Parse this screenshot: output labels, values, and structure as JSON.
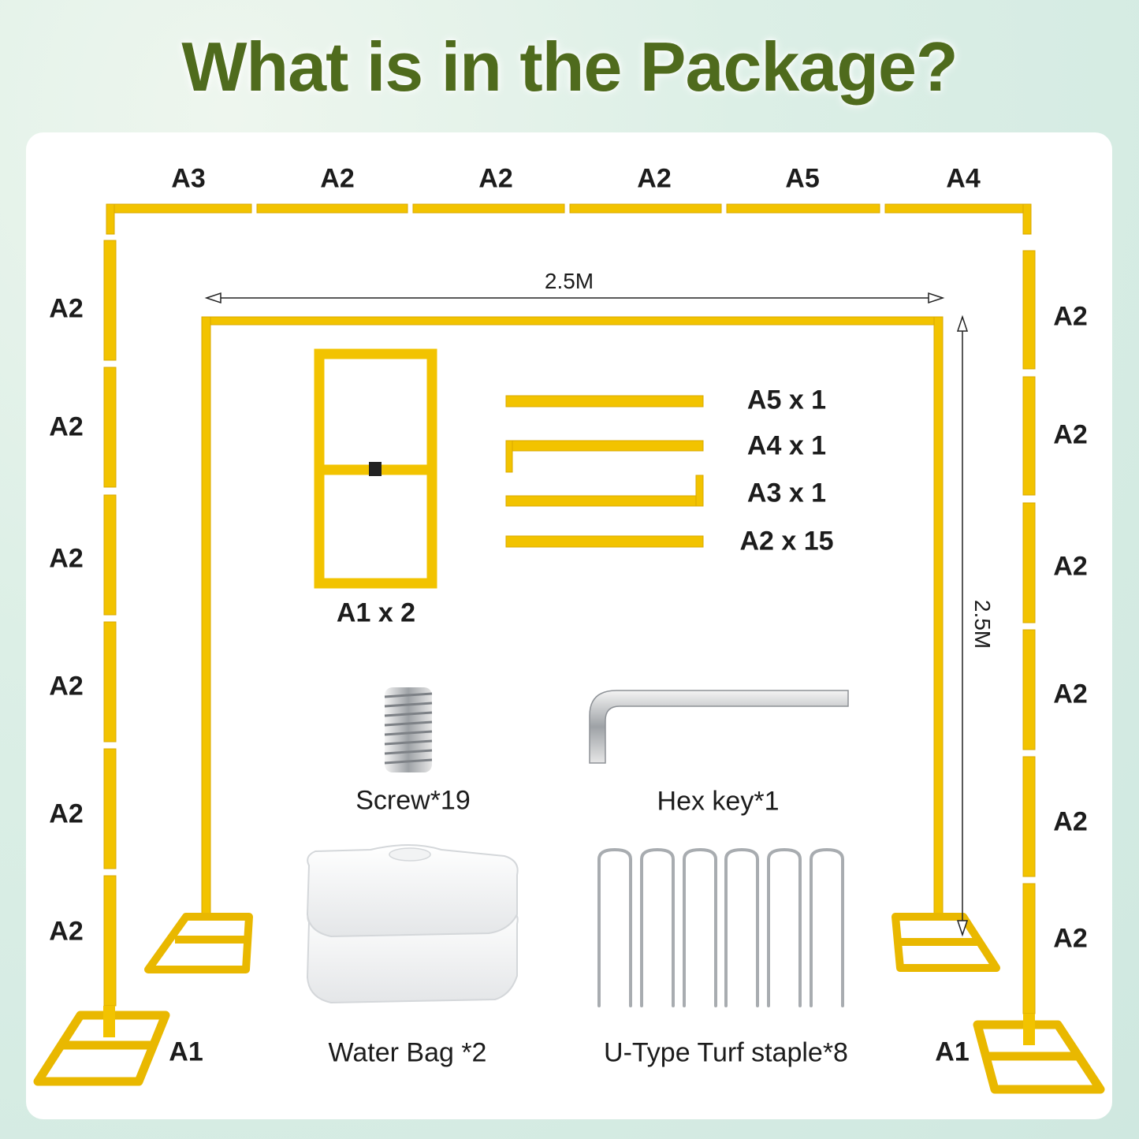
{
  "title": "What is in the Package?",
  "colors": {
    "frame": "#f2c300",
    "frame_edge": "#d9a800",
    "title": "#4f6b1d",
    "metal": "#b9bcc0"
  },
  "top_labels": [
    "A3",
    "A2",
    "A2",
    "A2",
    "A5",
    "A4"
  ],
  "left_labels": [
    "A2",
    "A2",
    "A2",
    "A2",
    "A2",
    "A2"
  ],
  "right_labels": [
    "A2",
    "A2",
    "A2",
    "A2",
    "A2",
    "A2"
  ],
  "base_left_label": "A1",
  "base_right_label": "A1",
  "dimensions": {
    "width": "2.5M",
    "height": "2.5M"
  },
  "parts": {
    "a1": "A1 x 2",
    "a5": "A5 x 1",
    "a4": "A4 x 1",
    "a3": "A3 x 1",
    "a2": "A2 x 15"
  },
  "accessories": {
    "screw": "Screw*19",
    "hex_key": "Hex key*1",
    "water_bag": "Water Bag *2",
    "staple": "U-Type Turf staple*8"
  }
}
